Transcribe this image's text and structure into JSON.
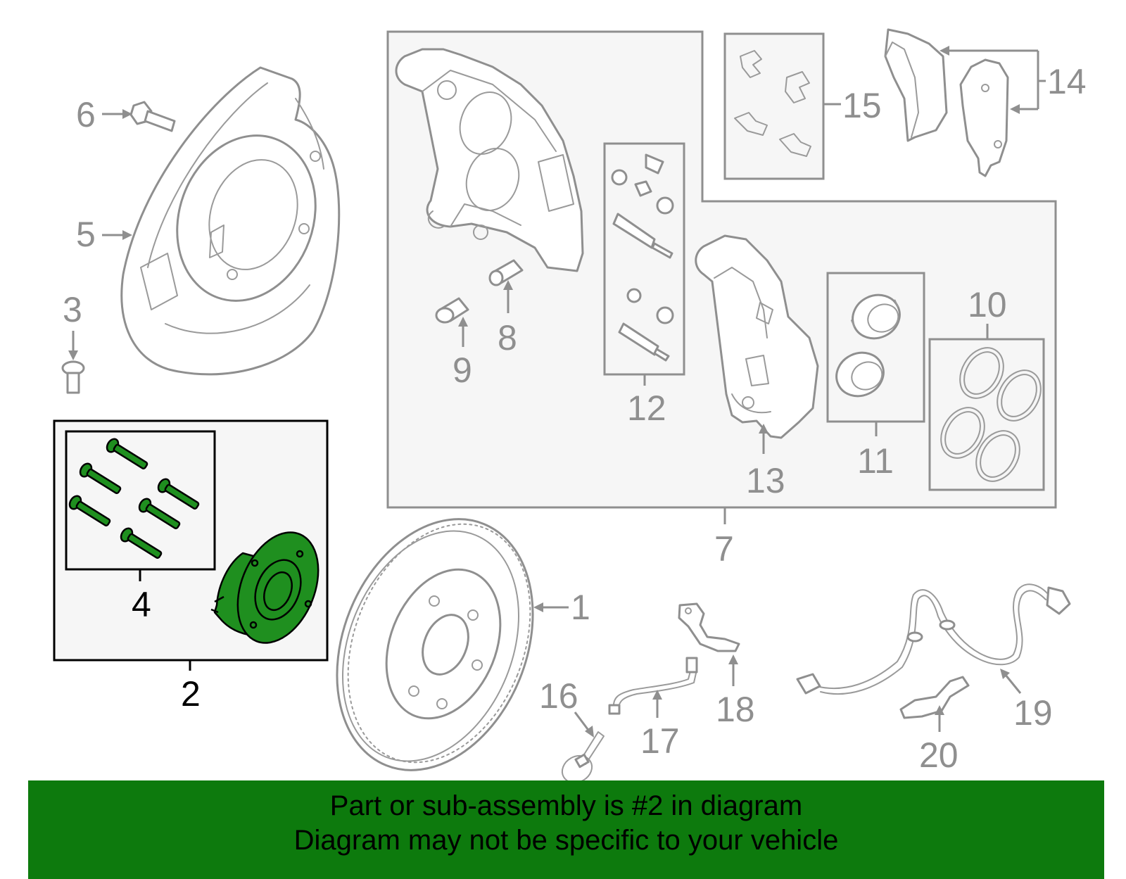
{
  "callouts": {
    "c1": "1",
    "c2": "2",
    "c3": "3",
    "c4": "4",
    "c5": "5",
    "c6": "6",
    "c7": "7",
    "c8": "8",
    "c9": "9",
    "c10": "10",
    "c11": "11",
    "c12": "12",
    "c13": "13",
    "c14": "14",
    "c15": "15",
    "c16": "16",
    "c17": "17",
    "c18": "18",
    "c19": "19",
    "c20": "20"
  },
  "highlight": {
    "part": "2",
    "color": "#1f8f1f"
  },
  "banner": {
    "line1": "Part or sub-assembly is #2 in diagram",
    "line2": "Diagram may not be specific to your vehicle",
    "color": "#0d7a0d"
  }
}
